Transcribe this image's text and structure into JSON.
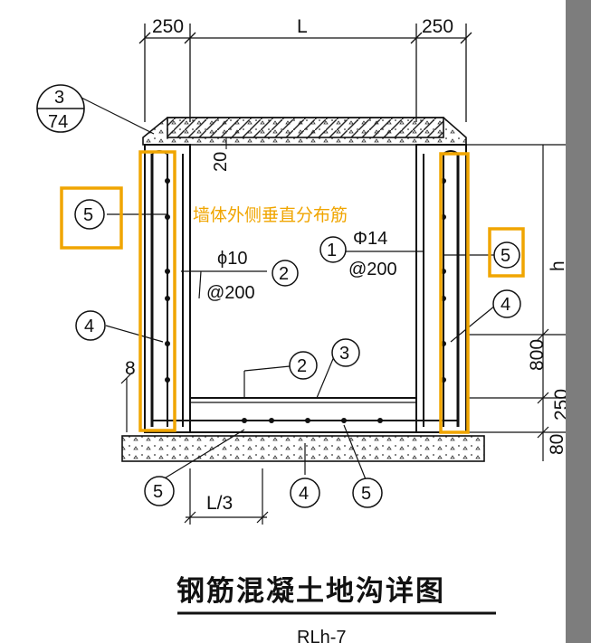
{
  "dimensions": {
    "left_width": "250",
    "span": "L",
    "right_width": "250",
    "cover_gap": "20",
    "height": "h",
    "haunch_height": "800",
    "base_thickness": "250",
    "slab_thickness": "80",
    "ledge": "8",
    "bar_spacing": "L/3"
  },
  "detail_ref": {
    "top": "3",
    "bottom": "74"
  },
  "rebar": {
    "dist_bar_size": "ϕ10",
    "dist_bar_spacing": "@200",
    "main_bar_size": "Φ14",
    "main_bar_spacing": "@200"
  },
  "markers": {
    "m1": "1",
    "m2": "2",
    "m3": "3",
    "m4": "4",
    "m5": "5"
  },
  "annotation": {
    "text": "墙体外侧垂直分布筋",
    "color": "#f0a500"
  },
  "title": "钢筋混凝土地沟详图",
  "subtitle_partial": "RLh-7"
}
